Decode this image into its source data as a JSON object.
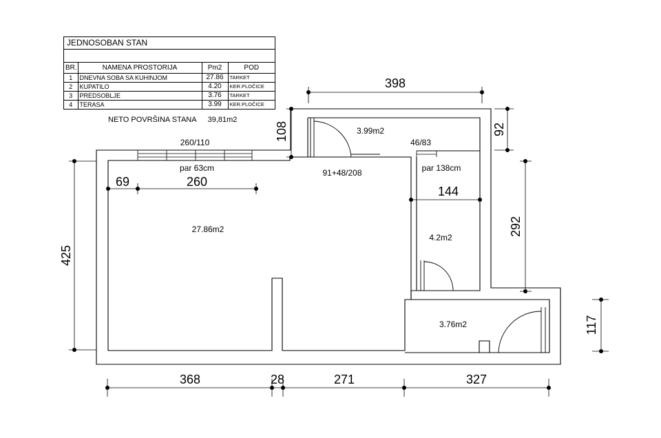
{
  "table": {
    "title": "JEDNOSOBAN STAN",
    "headers": [
      "BR.",
      "NAMENA PROSTORIJA",
      "Pm2",
      "POD"
    ],
    "rows": [
      {
        "num": "1",
        "name": "DNEVNA SOBA SA KUHINJOM",
        "area": "27.86",
        "floor": "TARKET"
      },
      {
        "num": "2",
        "name": "KUPATILO",
        "area": "4.20",
        "floor": "KER.PLOČICE"
      },
      {
        "num": "3",
        "name": "PREDSOBLJE",
        "area": "3.76",
        "floor": "TARKET"
      },
      {
        "num": "4",
        "name": "TERASA",
        "area": "3.99",
        "floor": "KER.PLOČICE"
      }
    ],
    "net_label": "NETO POVRŠINA STANA",
    "net_value": "39,81m2"
  },
  "plan": {
    "rooms": {
      "living": "27.86m2",
      "terrace": "3.99m2",
      "bathroom": "4.2m2",
      "hall": "3.76m2"
    },
    "dimensions": {
      "top_398": "398",
      "left_425": "425",
      "terrace_108": "108",
      "right_92": "92",
      "right_292": "292",
      "right_117": "117",
      "inner_69": "69",
      "inner_260": "260",
      "inner_144": "144",
      "bottom_368": "368",
      "bottom_28": "28",
      "bottom_271": "271",
      "bottom_327": "327"
    },
    "notes": {
      "window_main": "260/110",
      "window_bath": "46/83",
      "door_balcony": "91+48/208",
      "parquet_living": "par 63cm",
      "parquet_bath": "par 138cm"
    }
  }
}
